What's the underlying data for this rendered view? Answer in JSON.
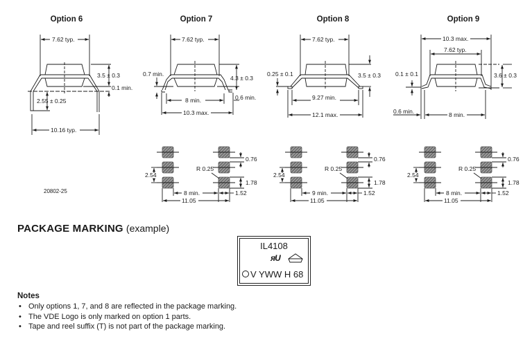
{
  "options": [
    {
      "title": "Option 6",
      "dims": {
        "top_width": "7.62 typ.",
        "height": "3.5 ± 0.3",
        "standoff": "0.1 min.",
        "lead_length": "2.55 ± 0.25",
        "lead_span": "10.16 typ."
      }
    },
    {
      "title": "Option 7",
      "dims": {
        "top_width": "7.62 typ.",
        "lead_thickness": "0.7 min.",
        "height": "4.3 ± 0.3",
        "inner_span": "8 min.",
        "foot": "0.6 min.",
        "overall": "10.3 max."
      }
    },
    {
      "title": "Option 8",
      "dims": {
        "top_width": "7.62 typ.",
        "lead_thickness": "0.25 ± 0.1",
        "height": "3.5 ± 0.3",
        "inner_span": "9.27 min.",
        "overall": "12.1 max."
      }
    },
    {
      "title": "Option 9",
      "dims": {
        "overall": "10.3 max.",
        "top_width": "7.62 typ.",
        "lead_thickness": "0.1 ± 0.1",
        "height": "3.6 ± 0.3",
        "foot": "0.6 min.",
        "inner_span": "8 min."
      }
    }
  ],
  "footprints": [
    {
      "pad_gap": "0.76",
      "radius": "R 0.25",
      "pitch": "2.54",
      "pad_length": "1.78",
      "inner": "8 min.",
      "pad_width": "1.52",
      "overall": "11.05"
    },
    {
      "pad_gap": "0.76",
      "radius": "R 0.25",
      "pitch": "2.54",
      "pad_length": "1.78",
      "inner": "9 min.",
      "pad_width": "1.52",
      "overall": "11.05"
    },
    {
      "pad_gap": "0.76",
      "radius": "R 0.25",
      "pitch": "2.54",
      "pad_length": "1.78",
      "inner": "8 min.",
      "pad_width": "1.52",
      "overall": "11.05"
    }
  ],
  "figure_id": "20802-25",
  "package_marking": {
    "heading": "PACKAGE MARKING",
    "subheading": "(example)",
    "part_number": "IL4108",
    "ul_logo": "ᴙU",
    "bottom_line": "V YWW H 68",
    "icons": [
      "ul-logo-icon",
      "vde-logo-icon",
      "pin1-circle-icon"
    ]
  },
  "notes": {
    "title": "Notes",
    "items": [
      "Only options 1, 7, and 8 are reflected in the package marking.",
      "The VDE Logo is only marked on option 1 parts.",
      "Tape and reel suffix (T) is not part of the package marking."
    ]
  }
}
